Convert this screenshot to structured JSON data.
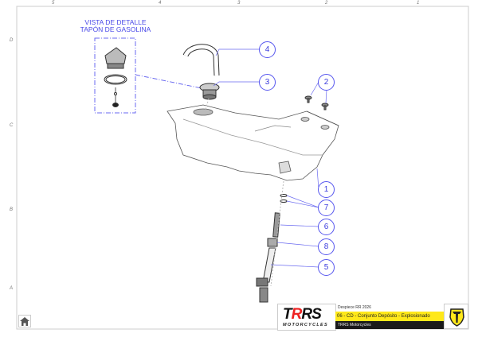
{
  "zones": {
    "columns": [
      "5",
      "4",
      "3",
      "2",
      "1"
    ],
    "rows": [
      "D",
      "C",
      "B",
      "A"
    ]
  },
  "detail_view": {
    "title_line1": "VISTA DE DETALLE",
    "title_line2": "TAPÓN DE GASOLINA"
  },
  "balloons": [
    "4",
    "3",
    "2",
    "1",
    "7",
    "6",
    "8",
    "5"
  ],
  "title_block": {
    "brand": "TRRS",
    "brand_sub": "MOTORCYCLES",
    "drawing_set": "Despiece RR 2026",
    "drawing_title": "06 - CD - Conjunto Depósito - Explosionado",
    "company": "TRRS Motorcycles"
  },
  "colors": {
    "annotation": "#4a4ae8",
    "title_yellow": "#ffe81a",
    "brand_red": "#e22222"
  }
}
